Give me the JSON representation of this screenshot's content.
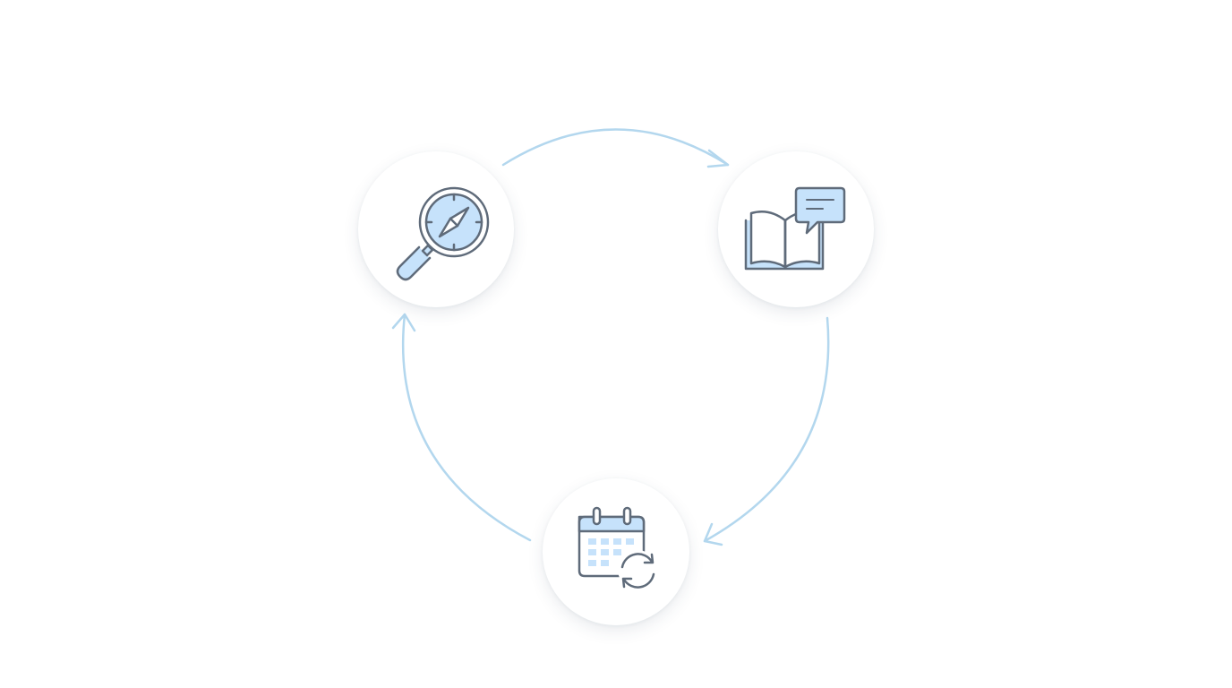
{
  "diagram": {
    "type": "cycle",
    "colors": {
      "arrow": "#b3d7ee",
      "icon_stroke": "#5f6b7a",
      "icon_fill": "#c6e2fb",
      "background": "#ffffff"
    },
    "nodes": [
      {
        "icon": "magnifier-compass-icon"
      },
      {
        "icon": "book-speech-bubble-icon"
      },
      {
        "icon": "calendar-refresh-icon"
      }
    ],
    "edges": [
      {
        "from": 0,
        "to": 1
      },
      {
        "from": 1,
        "to": 2
      },
      {
        "from": 2,
        "to": 0
      }
    ]
  }
}
